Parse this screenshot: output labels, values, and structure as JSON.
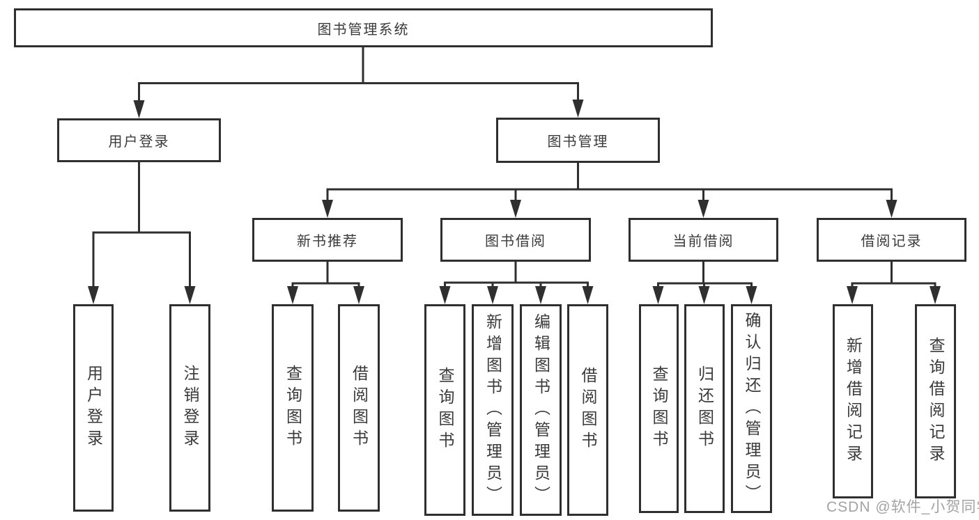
{
  "diagram": {
    "nodes": {
      "root": {
        "label": "图书管理系统"
      },
      "user_login": {
        "label": "用户登录"
      },
      "book_management": {
        "label": "图书管理"
      },
      "new_book_recommend": {
        "label": "新书推荐"
      },
      "book_borrowing": {
        "label": "图书借阅"
      },
      "current_borrowing": {
        "label": "当前借阅"
      },
      "borrowing_records": {
        "label": "借阅记录"
      },
      "user_login_leaf": {
        "label": "用户登录"
      },
      "logout_leaf": {
        "label": "注销登录"
      },
      "recommend_query_books": {
        "label": "查询图书"
      },
      "recommend_borrow_books": {
        "label": "借阅图书"
      },
      "borrow_query_books": {
        "label": "查询图书"
      },
      "borrow_add_books": {
        "label": "新增图书（管理员）"
      },
      "borrow_edit_books": {
        "label": "编辑图书（管理员）"
      },
      "borrow_borrow_books": {
        "label": "借阅图书"
      },
      "current_query_books": {
        "label": "查询图书"
      },
      "current_return_books": {
        "label": "归还图书"
      },
      "current_confirm_return": {
        "label": "确认归还（管理员）"
      },
      "records_add_record": {
        "label": "新增借阅记录"
      },
      "records_query_record": {
        "label": "查询借阅记录"
      }
    },
    "colors": {
      "line": "#2f2f2f",
      "text": "#3a3a3a",
      "background": "#ffffff",
      "watermark": "#a3a3a3"
    }
  },
  "watermark": {
    "text": "CSDN @软件_小贺同学"
  }
}
